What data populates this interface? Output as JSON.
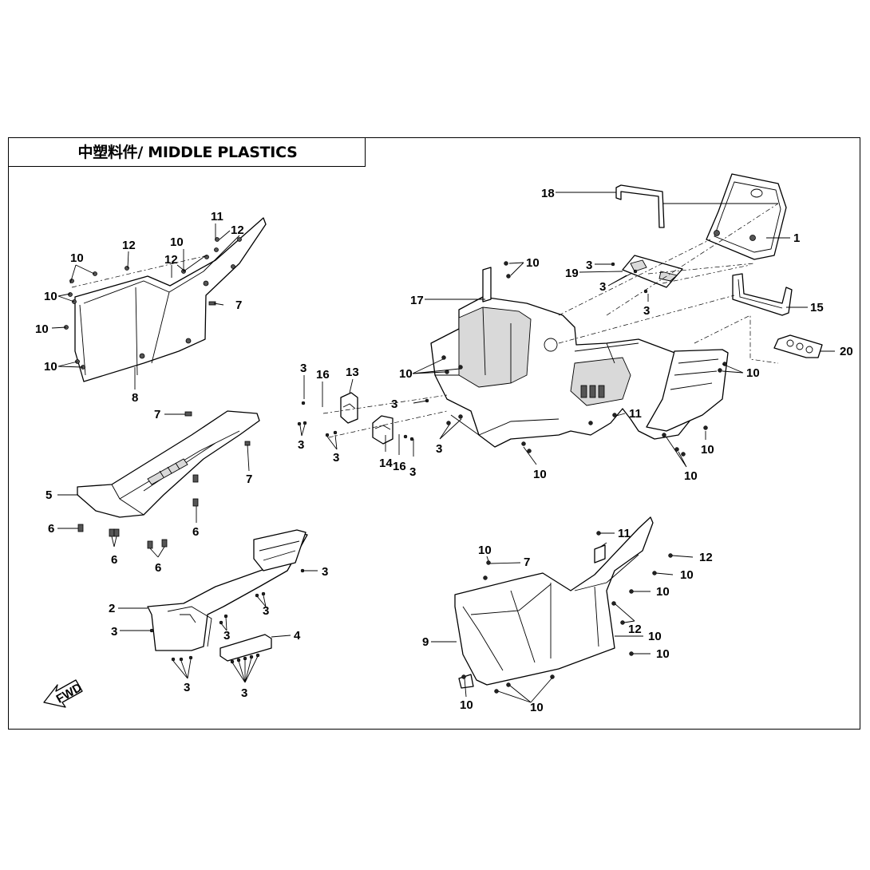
{
  "title": "中塑料件/ MIDDLE PLASTICS",
  "fwd_label": "FWD",
  "callouts": [
    {
      "id": "1",
      "label": "1"
    },
    {
      "id": "2",
      "label": "2"
    },
    {
      "id": "3",
      "label": "3"
    },
    {
      "id": "4",
      "label": "4"
    },
    {
      "id": "5",
      "label": "5"
    },
    {
      "id": "6",
      "label": "6"
    },
    {
      "id": "7",
      "label": "7"
    },
    {
      "id": "8",
      "label": "8"
    },
    {
      "id": "9",
      "label": "9"
    },
    {
      "id": "10",
      "label": "10"
    },
    {
      "id": "11",
      "label": "11"
    },
    {
      "id": "12",
      "label": "12"
    },
    {
      "id": "13",
      "label": "13"
    },
    {
      "id": "14",
      "label": "14"
    },
    {
      "id": "15",
      "label": "15"
    },
    {
      "id": "16",
      "label": "16"
    },
    {
      "id": "17",
      "label": "17"
    },
    {
      "id": "18",
      "label": "18"
    },
    {
      "id": "19",
      "label": "19"
    },
    {
      "id": "20",
      "label": "20"
    }
  ]
}
